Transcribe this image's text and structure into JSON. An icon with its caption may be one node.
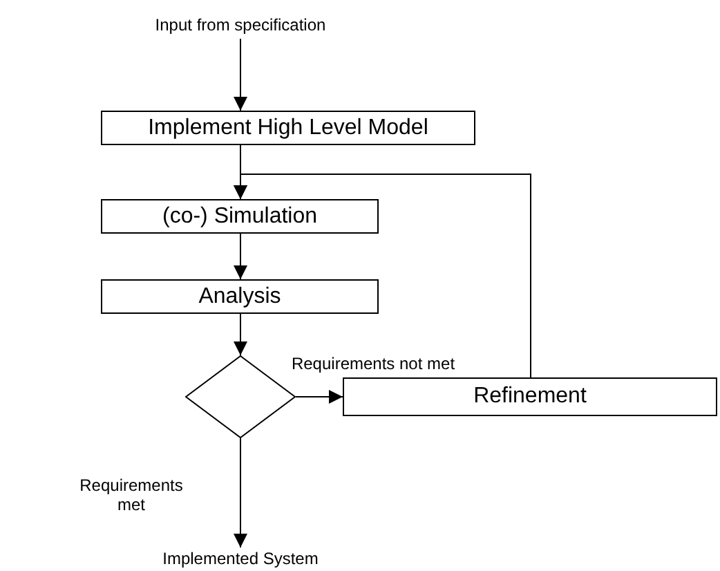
{
  "diagram": {
    "nodes": [
      {
        "text": [
          "Input from specification"
        ]
      },
      {
        "text": [
          "Implement High Level Model"
        ]
      },
      {
        "text": [
          "(co-) Simulation"
        ]
      },
      {
        "text": [
          "Analysis"
        ]
      },
      {
        "text": [],
        "shape": "diamond"
      },
      {
        "text": [
          "Refinement"
        ]
      },
      {
        "text": [
          "Implemented System"
        ]
      }
    ],
    "edges": [
      {
        "from": 0,
        "to": 1,
        "arrow": "to"
      },
      {
        "from": 1,
        "to": 2,
        "arrow": "to"
      },
      {
        "from": 5,
        "to": 2,
        "arrow": "to"
      },
      {
        "from": 2,
        "to": 3,
        "arrow": "to"
      },
      {
        "from": 3,
        "to": 4,
        "arrow": "to"
      },
      {
        "from": 4,
        "to": 5,
        "arrow": "to",
        "label": "Requirements not met"
      },
      {
        "from": 4,
        "to": 6,
        "arrow": "to",
        "label": "Requirements met"
      }
    ]
  }
}
